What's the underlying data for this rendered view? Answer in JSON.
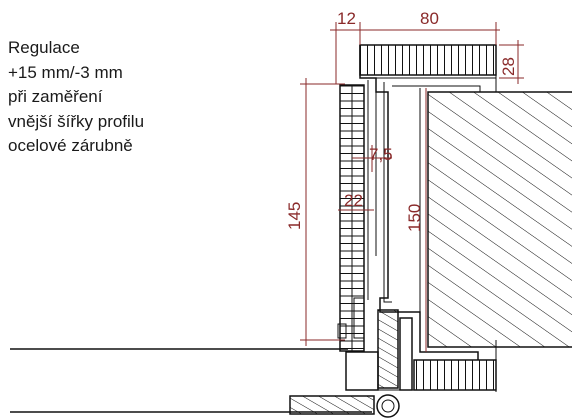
{
  "note": {
    "lines": [
      "Regulace",
      "+15 mm/-3 mm",
      "při zaměření",
      "vnější šířky profilu",
      "ocelové zárubně"
    ]
  },
  "dimensions": {
    "d12": "12",
    "d80": "80",
    "d28": "28",
    "d145": "145",
    "d150": "150",
    "d7_5": "7,5",
    "d22": "22"
  },
  "colors": {
    "dimension": "#8a2a2a",
    "outline": "#111111",
    "background": "#ffffff"
  }
}
